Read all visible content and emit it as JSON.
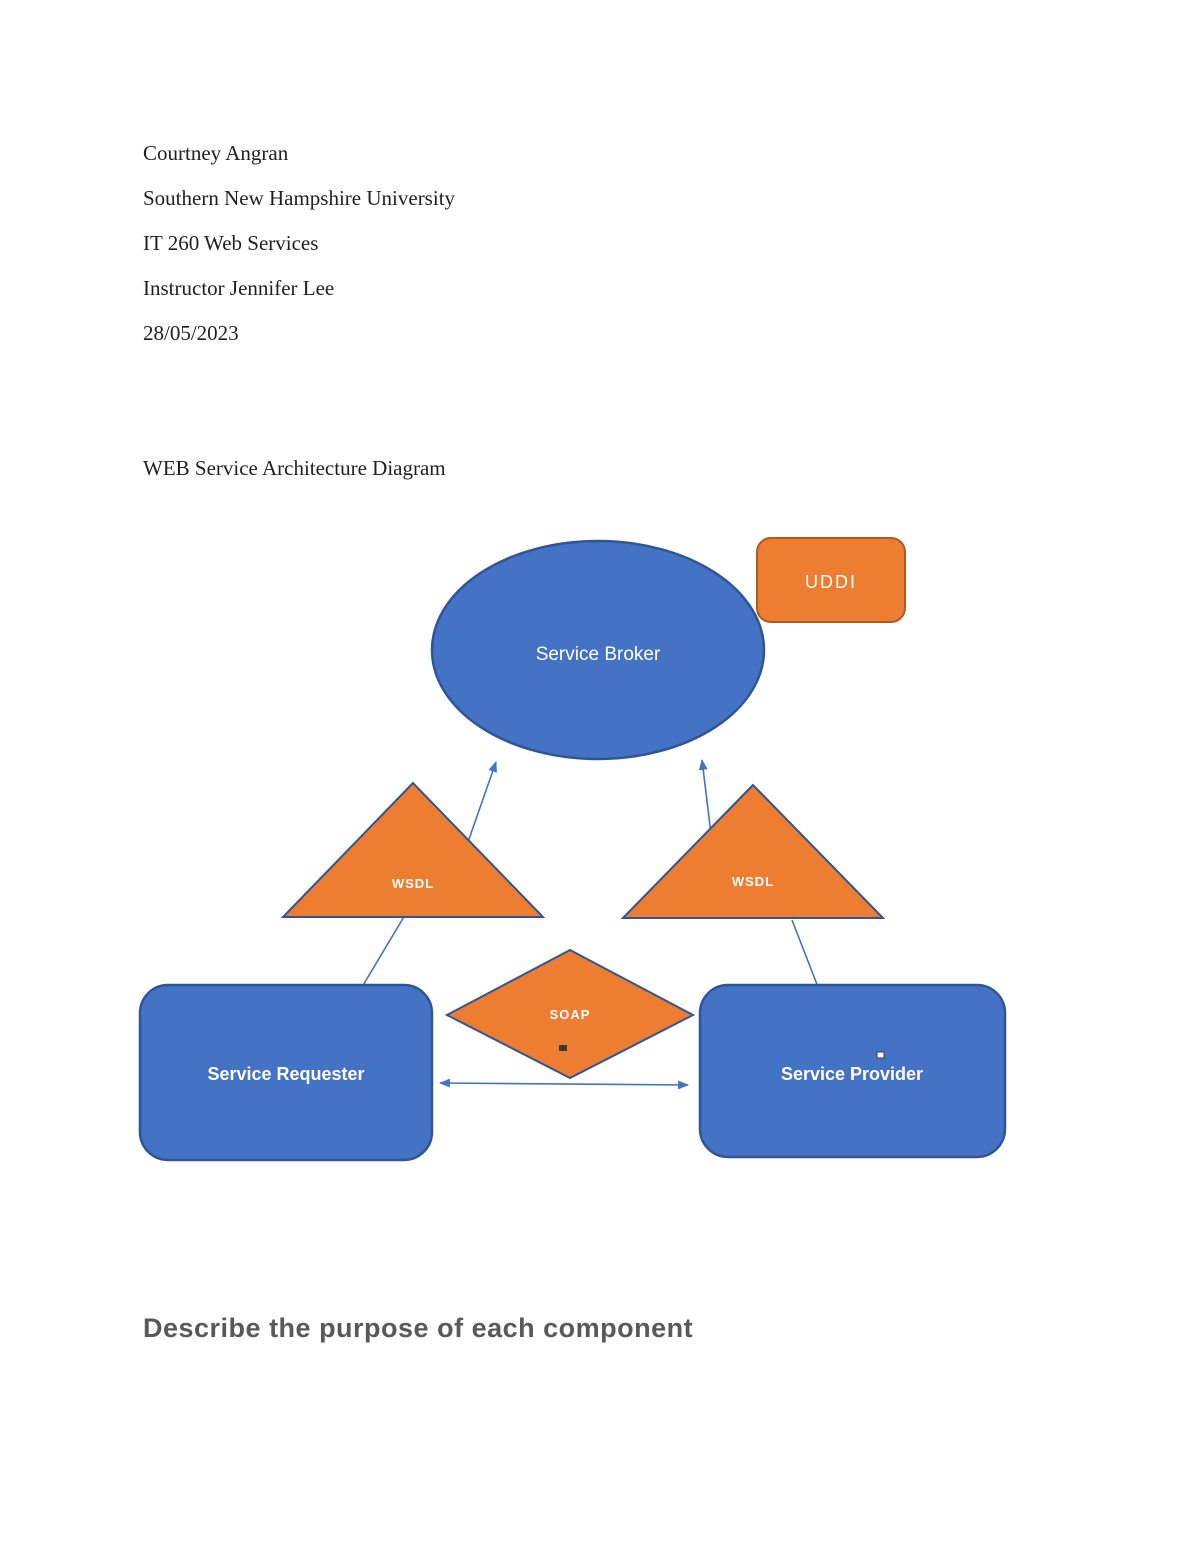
{
  "document": {
    "author": "Courtney Angran",
    "university": "Southern New Hampshire University",
    "course": "IT 260 Web Services",
    "instructor": "Instructor Jennifer Lee",
    "date": "28/05/2023",
    "diagram_title": "WEB Service Architecture Diagram",
    "section_heading": "Describe the purpose of each component",
    "heading_color": "#595959"
  },
  "diagram": {
    "broker_label": "Service Broker",
    "uddi_label": "UDDI",
    "wsdl_left_label": "WSDL",
    "wsdl_right_label": "WSDL",
    "soap_label": "SOAP",
    "requester_label": "Service Requester",
    "provider_label": "Service Provider",
    "colors": {
      "blue_fill": "#4472C4",
      "blue_border": "#2F5597",
      "orange_fill": "#ED7D31",
      "orange_border": "#AE5A21",
      "arrow": "#4472C4"
    }
  }
}
